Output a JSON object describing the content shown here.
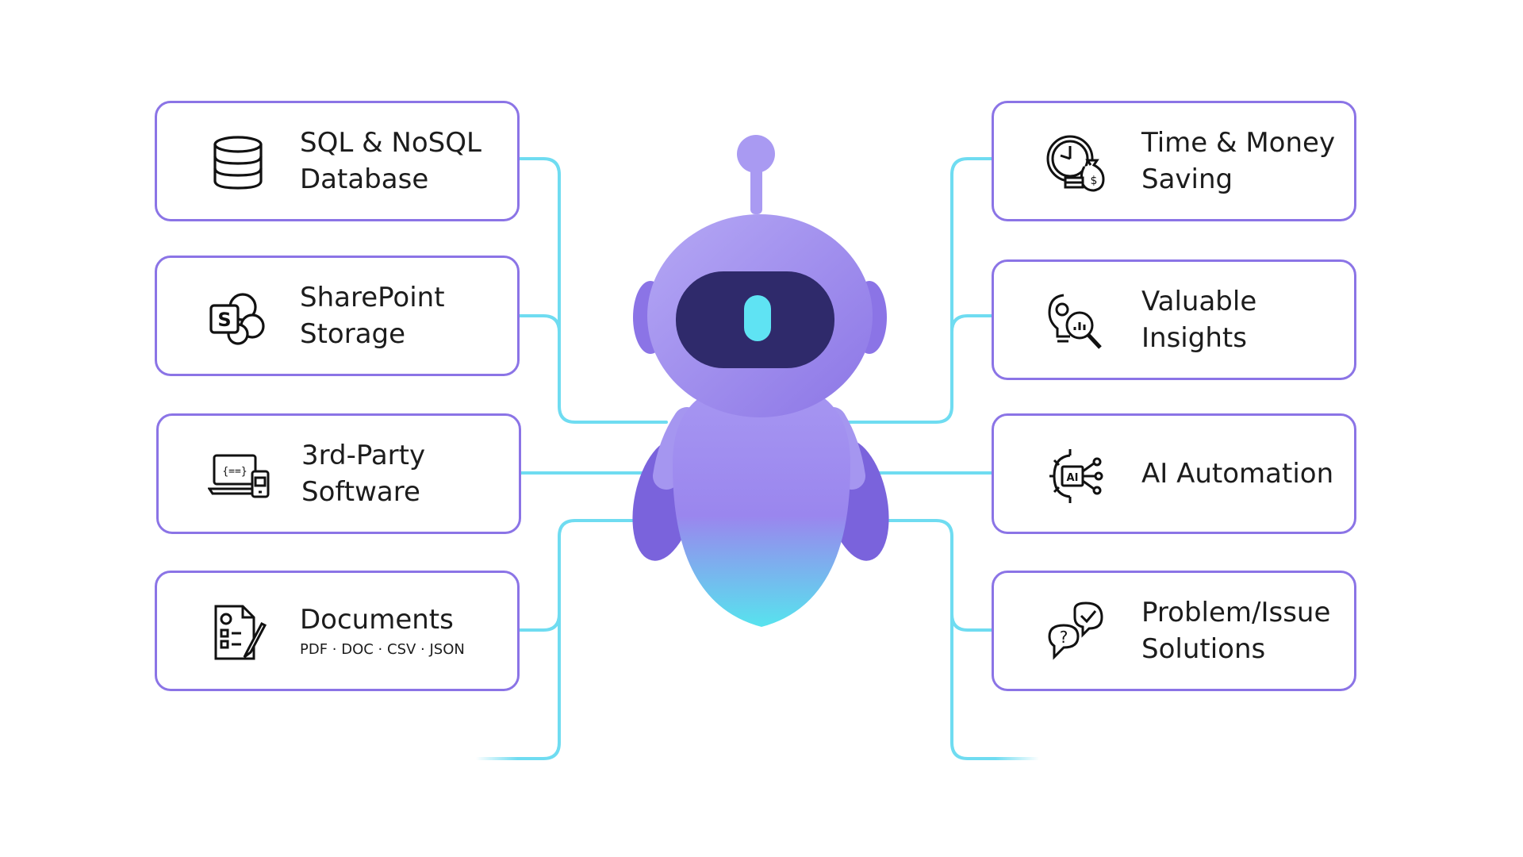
{
  "colors": {
    "card_border": "#8b74e6",
    "connector": "#6fdcf1",
    "robot_body": "#9f8cf0",
    "robot_visor": "#2f2a6b",
    "robot_eye": "#5fe3f3",
    "robot_accent": "#6a55d4"
  },
  "left_cards": [
    {
      "icon": "database-icon",
      "line1": "SQL & NoSQL",
      "line2": "Database"
    },
    {
      "icon": "sharepoint-icon",
      "line1": "SharePoint",
      "line2": "Storage"
    },
    {
      "icon": "laptop-code-icon",
      "line1": "3rd-Party",
      "line2": "Software"
    },
    {
      "icon": "document-icon",
      "line1": "Documents",
      "sub": "PDF · DOC · CSV · JSON"
    }
  ],
  "right_cards": [
    {
      "icon": "clock-money-icon",
      "line1": "Time & Money",
      "line2": "Saving"
    },
    {
      "icon": "insight-bulb-icon",
      "line1": "Valuable",
      "line2": "Insights"
    },
    {
      "icon": "ai-gear-icon",
      "line1": "AI Automation"
    },
    {
      "icon": "question-check-icon",
      "line1": "Problem/Issue",
      "line2": "Solutions"
    }
  ]
}
